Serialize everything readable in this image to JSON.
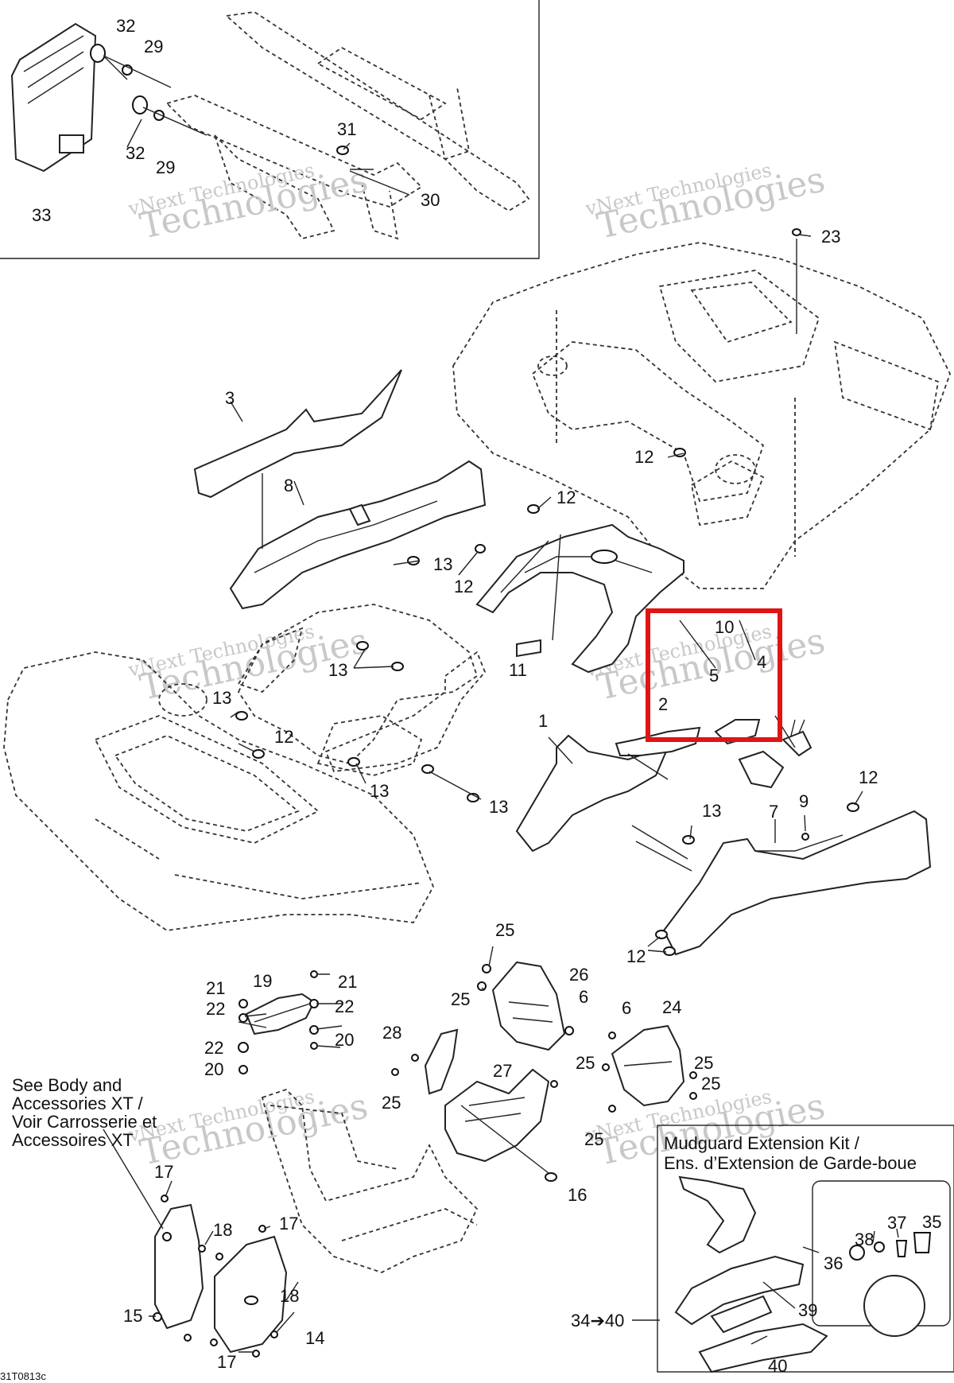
{
  "callouts": {
    "c1": "1",
    "c2": "2",
    "c3": "3",
    "c4": "4",
    "c5": "5",
    "c6a": "6",
    "c6b": "6",
    "c7": "7",
    "c8": "8",
    "c9": "9",
    "c10": "10",
    "c11": "11",
    "c12a": "12",
    "c12b": "12",
    "c12c": "12",
    "c12d": "12",
    "c12e": "12",
    "c12f": "12",
    "c13a": "13",
    "c13b": "13",
    "c13c": "13",
    "c13d": "13",
    "c13e": "13",
    "c13f": "13",
    "c14": "14",
    "c15": "15",
    "c16": "16",
    "c17a": "17",
    "c17b": "17",
    "c17c": "17",
    "c18a": "18",
    "c18b": "18",
    "c19": "19",
    "c20a": "20",
    "c20b": "20",
    "c21a": "21",
    "c21b": "21",
    "c22a": "22",
    "c22b": "22",
    "c22c": "22",
    "c23": "23",
    "c24": "24",
    "c25a": "25",
    "c25b": "25",
    "c25c": "25",
    "c25d": "25",
    "c25e": "25",
    "c25f": "25",
    "c25g": "25",
    "c26": "26",
    "c27": "27",
    "c28": "28",
    "c29a": "29",
    "c29b": "29",
    "c30": "30",
    "c31": "31",
    "c32a": "32",
    "c32b": "32",
    "c33": "33",
    "c34_40": "34➔40",
    "c35": "35",
    "c36": "36",
    "c37": "37",
    "c38": "38",
    "c39": "39",
    "c40": "40"
  },
  "notes": {
    "see_body_1": "See Body and",
    "see_body_2": "Accessories XT /",
    "see_body_3": "Voir Carrosserie et",
    "see_body_4": "Accessoires XT",
    "kit_title_1": "Mudguard Extension Kit /",
    "kit_title_2": "Ens. d’Extension de Garde-boue",
    "figure_code": "31T0813c"
  },
  "watermark": {
    "line1": "vNext Technologies",
    "line2": "Technologies"
  },
  "highlight_color": "#e11414"
}
